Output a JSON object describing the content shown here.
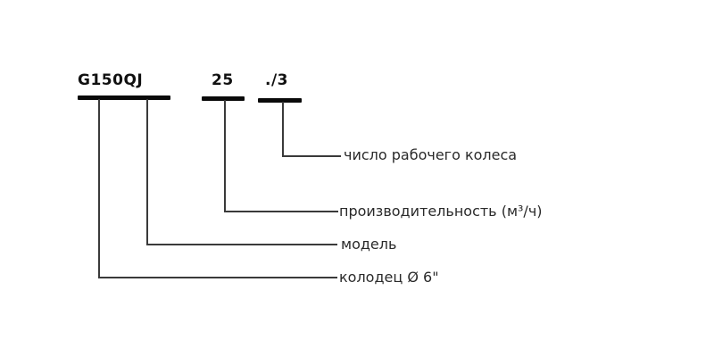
{
  "diagram": {
    "segments": [
      {
        "code": "G150QJ"
      },
      {
        "code": "25"
      },
      {
        "code": "./3"
      }
    ],
    "labels": [
      {
        "text": "число рабочего колеса",
        "refers_to": "./3"
      },
      {
        "text": "производительность (м³/ч)",
        "refers_to": "25"
      },
      {
        "text": "модель",
        "refers_to": "QJ"
      },
      {
        "text": "колодец Ø 6\"",
        "refers_to": "G150"
      }
    ],
    "colors": {
      "bars": "#0a0a0a",
      "lines": "#3a3a3a",
      "text": "#2a2a2a",
      "background": "#ffffff"
    }
  }
}
